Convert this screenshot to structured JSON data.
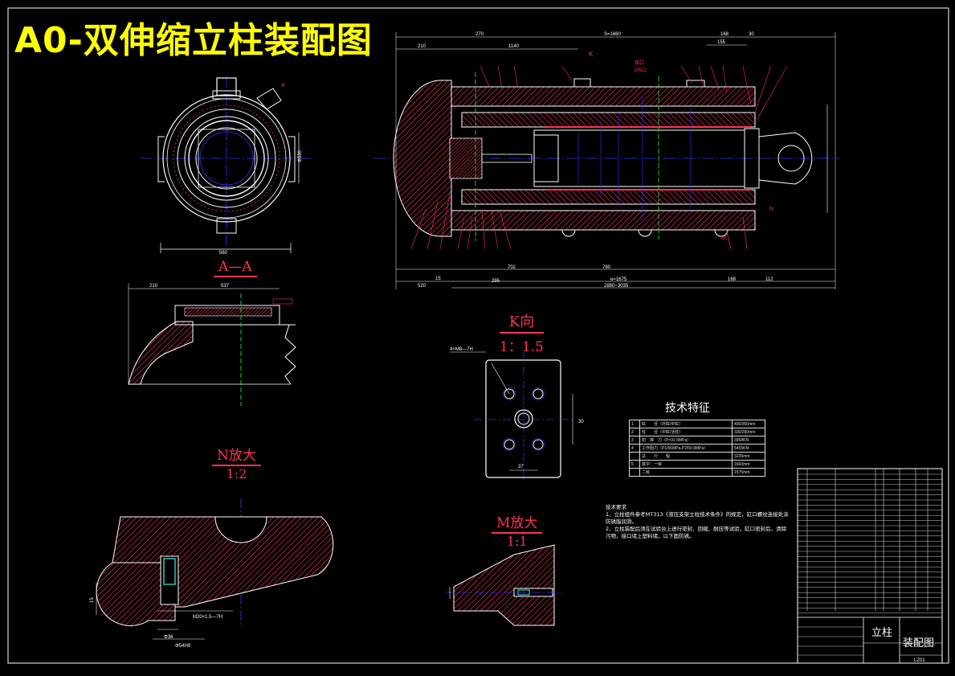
{
  "drawing": {
    "title": "A0-双伸缩立柱装配图",
    "drawing_number": "LZ01"
  },
  "views": {
    "section_aa": "A—A",
    "k_view": "K向",
    "k_scale": "1：1.5",
    "n_detail": "N放大",
    "n_scale": "1:2",
    "m_detail": "M放大",
    "m_scale": "1:1"
  },
  "spec": {
    "title": "技术特征",
    "rows": [
      [
        "1",
        "缸　　径（外缸/中缸）",
        "400/350mm"
      ],
      [
        "2",
        "柱　　径（中缸/活柱）",
        "330/290mm"
      ],
      [
        "3",
        "初　撑　力（P=31.5MPa）",
        "3958KN"
      ],
      [
        "4",
        "工作阻力（P1/56MPa,P2/50.8MPa）",
        "5455KN"
      ],
      [
        "",
        "总　　行　　程",
        "3235mm"
      ],
      [
        "5",
        "其中：一级",
        "1660mm"
      ],
      [
        "",
        "二级",
        "1575mm"
      ]
    ]
  },
  "notes": {
    "heading": "技术要求",
    "items": [
      "1、立柱组件参考MT313《液压支架立柱技术条件》的规定，缸口螺纹连接处涂防锈脂润滑。",
      "2、立柱装配后须在试验台上进行密封、回缩、耐压等试验，缸口密封后，清除污物，接口堵上塑料堵，以下面防锈。"
    ]
  },
  "title_block": {
    "part_name": "立柱",
    "doc_type": "装配图"
  },
  "dims": {
    "top": [
      "270",
      "210",
      "S=1660",
      "1140",
      "168",
      "155",
      "30"
    ],
    "bottom": [
      "520",
      "15",
      "295",
      "702",
      "790",
      "e=1675",
      "2880~3035",
      "168",
      "112"
    ],
    "aa": [
      "560",
      "Φ530"
    ],
    "n_detail": [
      "210",
      "537"
    ],
    "k_view": [
      "4×M8—7H",
      "30",
      "37"
    ],
    "n_bottom": [
      "M20×1.5—7H",
      "Φ36",
      "Φ54H9",
      "15"
    ]
  },
  "callouts": {
    "k": "K",
    "a": "A",
    "n": "N",
    "m": "M",
    "port_a": "接口",
    "port_b": "DN12"
  }
}
